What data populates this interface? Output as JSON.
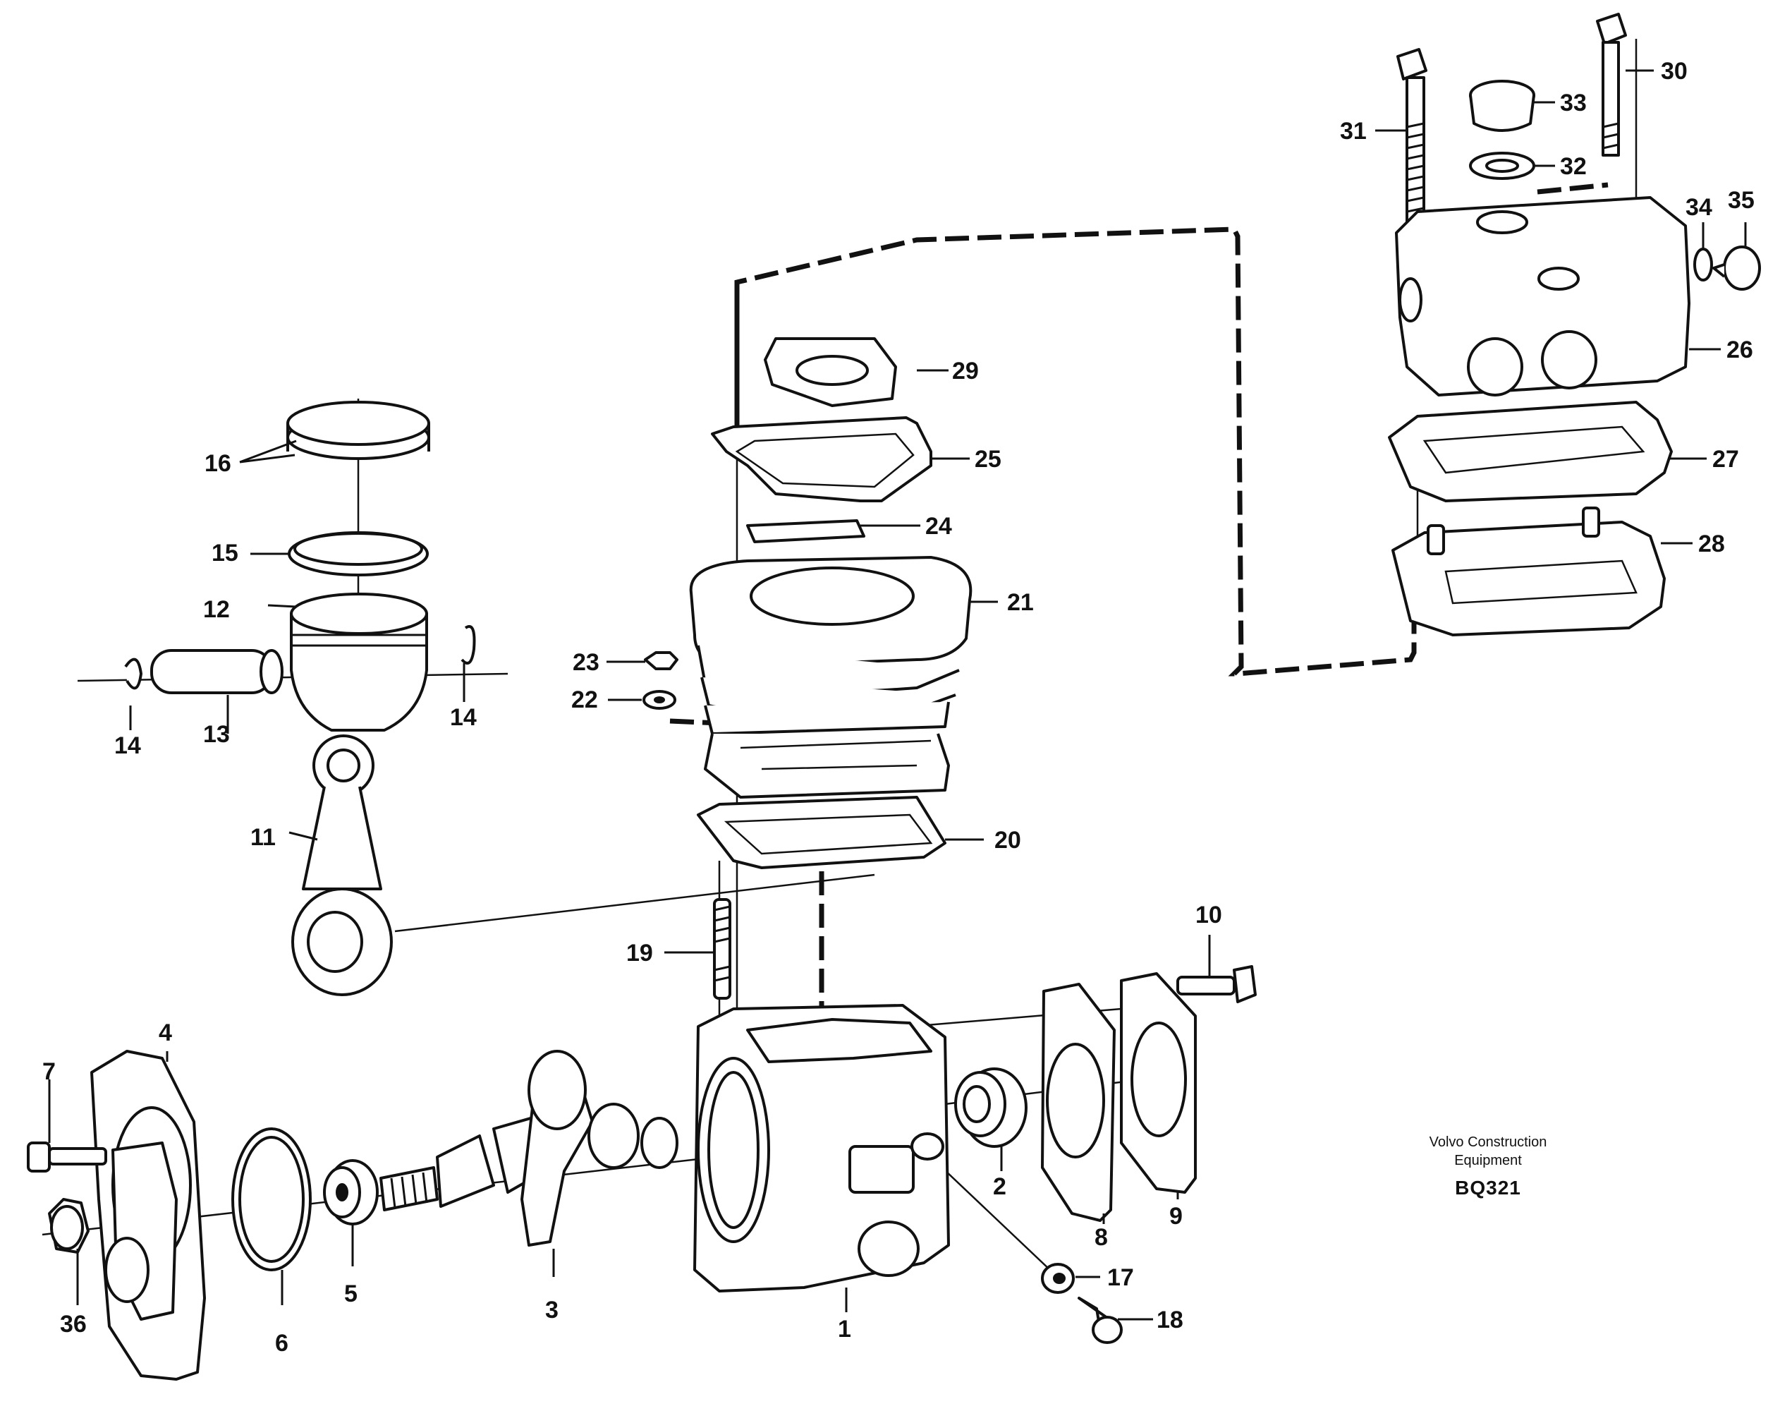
{
  "callouts": {
    "c1": "1",
    "c2": "2",
    "c3": "3",
    "c4": "4",
    "c5": "5",
    "c6": "6",
    "c7": "7",
    "c8": "8",
    "c9": "9",
    "c10": "10",
    "c11": "11",
    "c12": "12",
    "c13": "13",
    "c14a": "14",
    "c14b": "14",
    "c15": "15",
    "c16": "16",
    "c17": "17",
    "c18": "18",
    "c19": "19",
    "c20": "20",
    "c21": "21",
    "c22": "22",
    "c23": "23",
    "c24": "24",
    "c25": "25",
    "c26": "26",
    "c27": "27",
    "c28": "28",
    "c29": "29",
    "c30": "30",
    "c31": "31",
    "c32": "32",
    "c33": "33",
    "c34": "34",
    "c35": "35",
    "c36": "36"
  },
  "caption": {
    "line1": "Volvo Construction",
    "line2": "Equipment",
    "code": "BQ321"
  }
}
